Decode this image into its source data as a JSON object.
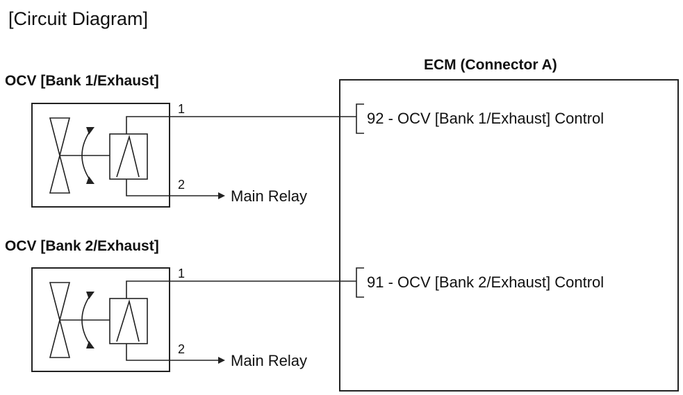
{
  "title": "[Circuit Diagram]",
  "ecm": {
    "label": "ECM (Connector A)",
    "pin_92_label": "92 - OCV [Bank 1/Exhaust] Control",
    "pin_91_label": "91 - OCV [Bank 2/Exhaust] Control"
  },
  "ocv_bank1": {
    "label": "OCV [Bank 1/Exhaust]",
    "pin1": "1",
    "pin2": "2",
    "relay_label": "Main Relay"
  },
  "ocv_bank2": {
    "label": "OCV [Bank 2/Exhaust]",
    "pin1": "1",
    "pin2": "2",
    "relay_label": "Main Relay"
  }
}
